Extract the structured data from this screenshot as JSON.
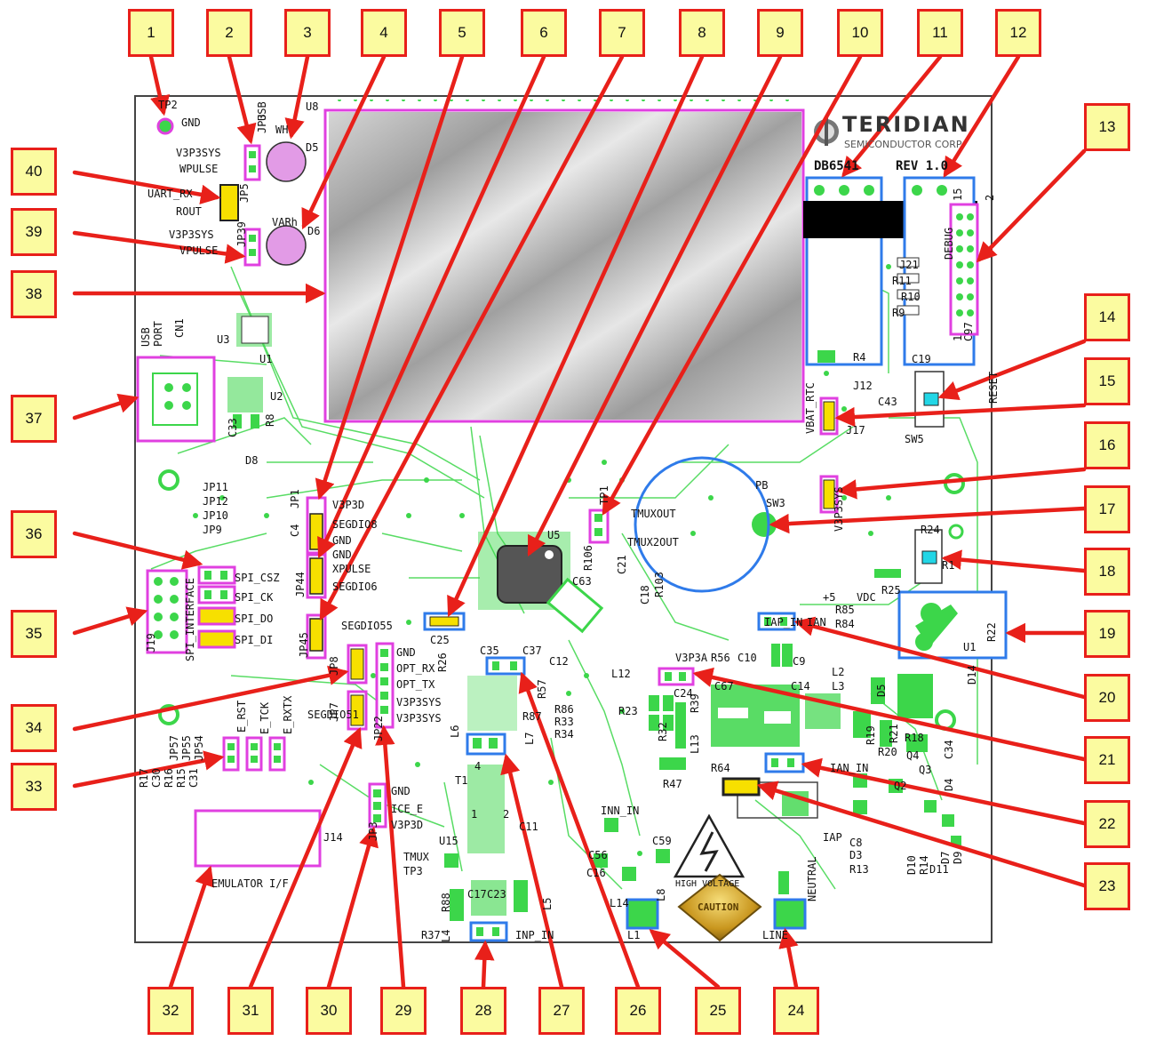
{
  "board": {
    "brand": "TERIDIAN",
    "brand_sub": "SEMICONDUCTOR CORP",
    "part": "DB6541",
    "rev": "REV 1.0",
    "caution": "CAUTION",
    "high_voltage": "HIGH VOLTAGE"
  },
  "colors": {
    "callout_fill": "#fbfba0",
    "callout_border": "#e8201a",
    "arrow": "#e8201a",
    "trace": "#3cd64a",
    "highlight_magenta": "#e040e0",
    "highlight_blue": "#2f7bea",
    "jumper_yellow": "#f7e000",
    "button_cyan": "#22d6e6"
  },
  "callouts": [
    "1",
    "2",
    "3",
    "4",
    "5",
    "6",
    "7",
    "8",
    "9",
    "10",
    "11",
    "12",
    "13",
    "14",
    "15",
    "16",
    "17",
    "18",
    "19",
    "20",
    "21",
    "22",
    "23",
    "24",
    "25",
    "26",
    "27",
    "28",
    "29",
    "30",
    "31",
    "32",
    "33",
    "34",
    "35",
    "36",
    "37",
    "38",
    "39",
    "40"
  ],
  "labels": [
    "TP2",
    "GND",
    "JP3",
    "USB",
    "V3P3SYS",
    "WPULSE",
    "WH",
    "D5",
    "U8",
    "UART_RX",
    "ROUT",
    "JP5",
    "V3P3SYS",
    "JP39",
    "VARh",
    "D6",
    "VPULSE",
    "USB",
    "PORT",
    "CN1",
    "U3",
    "U1",
    "U2",
    "C33",
    "R8",
    "D8",
    "JP11",
    "JP12",
    "JP10",
    "JP9",
    "SPI_CSZ",
    "SPI_CK",
    "SPI_DO",
    "SPI_DI",
    "J19",
    "SPI_INTERFACE",
    "JP1",
    "V3P3D",
    "SEGDIO8",
    "C4",
    "GND",
    "JP44",
    "GND",
    "XPULSE",
    "SEGDIO6",
    "JP45",
    "SEGDIO55",
    "C25",
    "U5",
    "TP1",
    "TMUXOUT",
    "R106",
    "C21",
    "TMUX2OUT",
    "C63",
    "C18",
    "R103",
    "JP8",
    "GND",
    "OPT_RX",
    "JP7",
    "OPT_TX",
    "V3P3SYS",
    "V3P3SYS",
    "SEGDIO51",
    "JP22",
    "R26",
    "C35",
    "C37",
    "C12",
    "R57",
    "R86",
    "R33",
    "R34",
    "R87",
    "L6",
    "L7",
    "T1",
    "4",
    "1",
    "2",
    "C11",
    "JP57",
    "JP55",
    "JP54",
    "E_RST",
    "E_TCK",
    "E_RXTX",
    "R17",
    "C30",
    "R16",
    "R15",
    "C31",
    "J14",
    "EMULATOR I/F",
    "JP3",
    "GND",
    "ICE_E",
    "V3P3D",
    "U15",
    "TMUX",
    "TP3",
    "R88",
    "C17",
    "C23",
    "L4",
    "L5",
    "R37",
    "INP_IN",
    "INN_IN",
    "C56",
    "C59",
    "L8",
    "L14",
    "C16",
    "L1",
    "LINE",
    "NEUTRAL",
    "L12",
    "V3P3A",
    "R56",
    "C10",
    "C24",
    "C9",
    "C14",
    "C67",
    "L3",
    "L2",
    "R23",
    "R32",
    "R39",
    "L13",
    "R47",
    "R64",
    "IAN_IN",
    "IAP_IN",
    "IAN",
    "IAP",
    "C8",
    "D3",
    "R13",
    "D10",
    "R14",
    "D11",
    "D7",
    "D9",
    "D5",
    "R21",
    "R19",
    "R18",
    "R20",
    "Q2",
    "Q3",
    "Q4",
    "C34",
    "D4",
    "D14",
    "U1",
    "R22",
    "+5",
    "VDC",
    "R85",
    "R84",
    "R25",
    "R24",
    "R1",
    "PB",
    "SW3",
    "V3P3SYS",
    "VBAT_RTC",
    "J17",
    "J12",
    "C43",
    "R4",
    "C19",
    "SW5",
    "RESET",
    "DEBUG",
    "J21",
    "R11",
    "R10",
    "R9",
    "C97",
    "1",
    "2",
    "15",
    "16"
  ]
}
